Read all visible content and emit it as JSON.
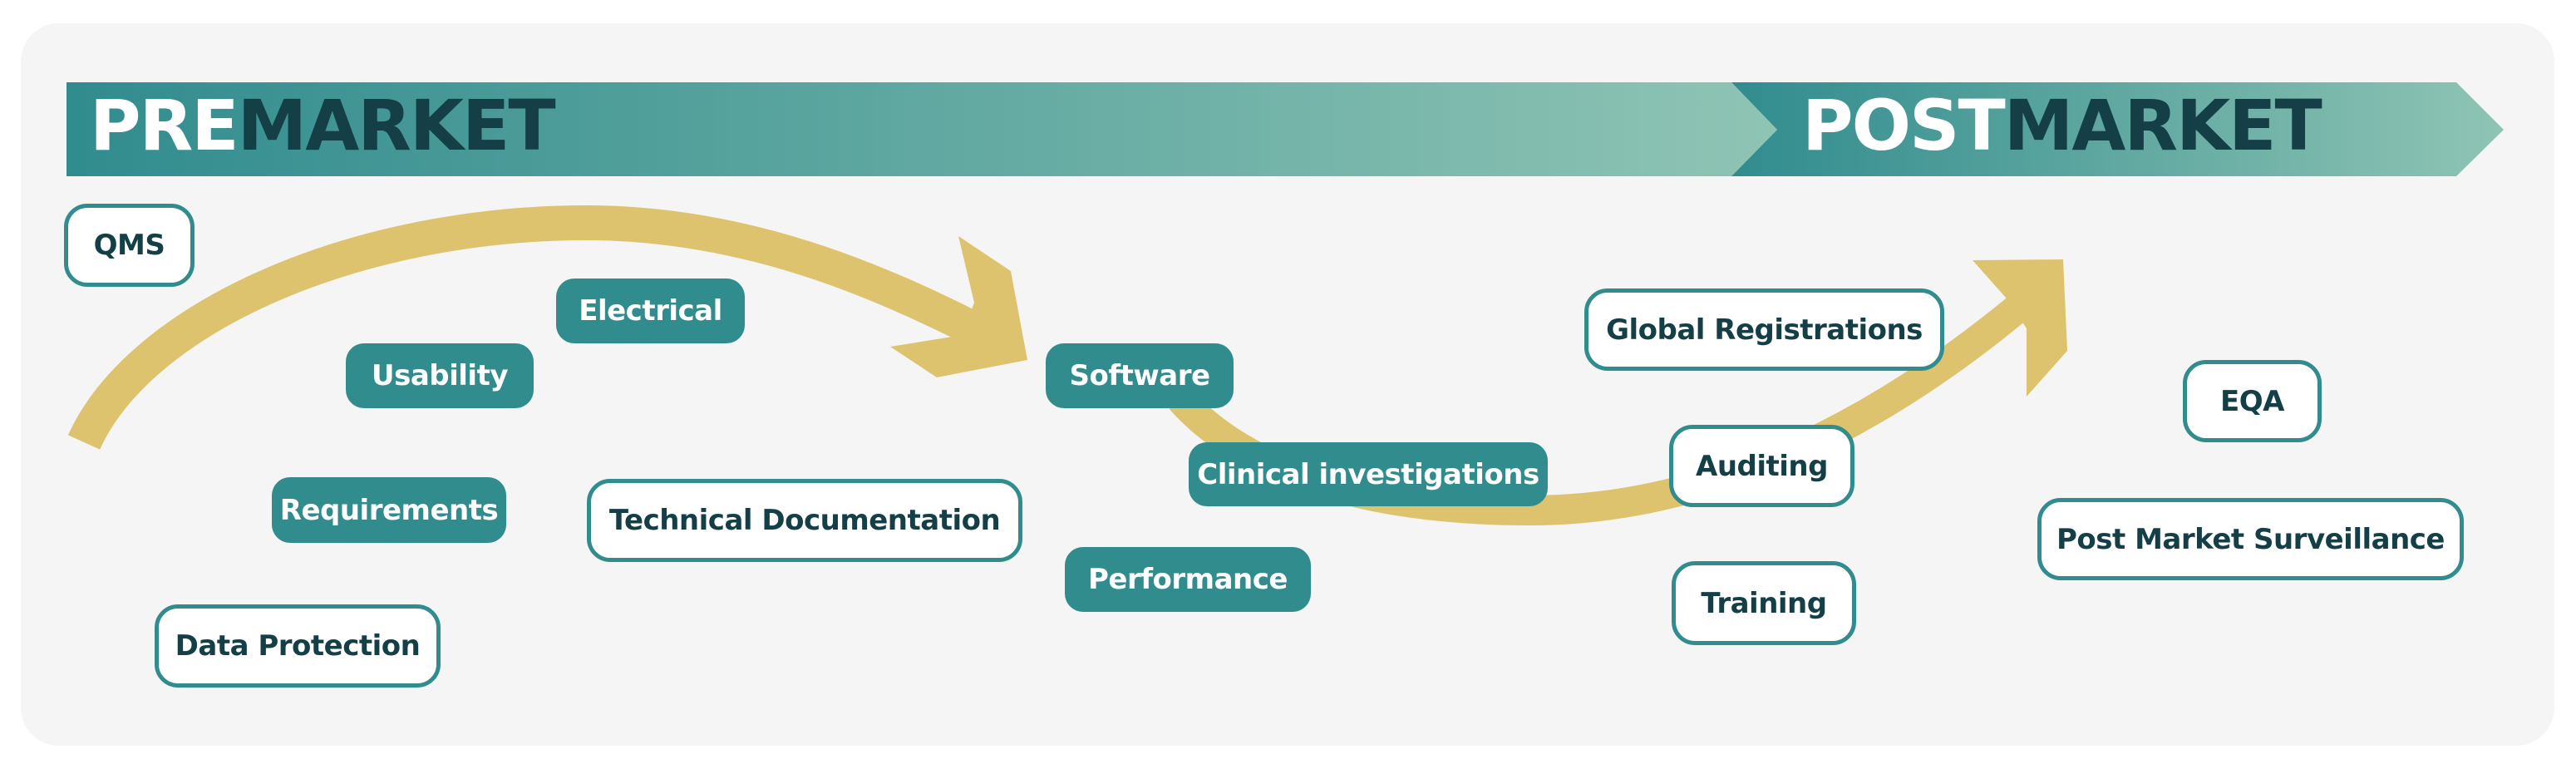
{
  "colors": {
    "background": "#f5f5f5",
    "teal": "#318c8e",
    "teal_light": "#8fc4b4",
    "gold": "#dec36f",
    "dark_text": "#143f47",
    "white": "#ffffff"
  },
  "phases": {
    "premarket": {
      "lead": "PRE",
      "tail": "MARKET"
    },
    "postmarket": {
      "lead": "POST",
      "tail": "MARKET"
    }
  },
  "items": {
    "qms": "QMS",
    "electrical": "Electrical",
    "usability": "Usability",
    "requirements": "Requirements",
    "technical_documentation": "Technical Documentation",
    "data_protection": "Data Protection",
    "software": "Software",
    "clinical_investigations": "Clinical investigations",
    "performance": "Performance",
    "global_registrations": "Global Registrations",
    "auditing": "Auditing",
    "training": "Training",
    "eqa": "EQA",
    "post_market_surveillance": "Post Market Surveillance"
  }
}
